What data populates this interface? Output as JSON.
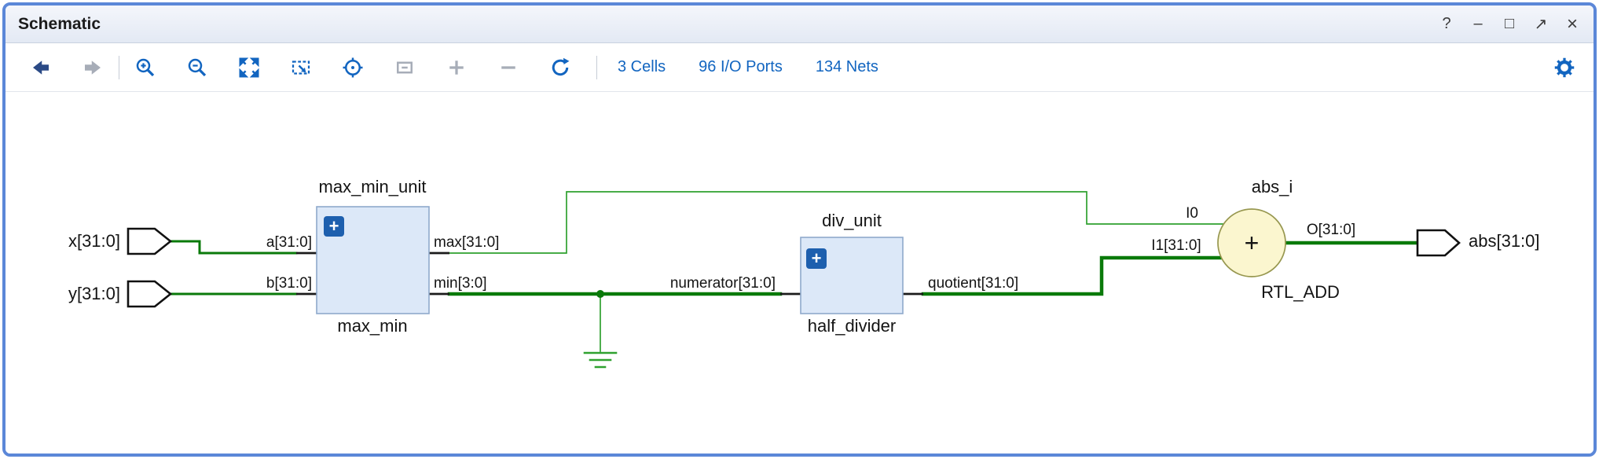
{
  "titlebar": {
    "title": "Schematic",
    "help": "?",
    "minimize": "–",
    "maximize": "□",
    "float": "↗",
    "close": "×"
  },
  "toolbar": {
    "cells": "3 Cells",
    "ports": "96 I/O Ports",
    "nets": "134 Nets"
  },
  "schematic": {
    "ports": {
      "x": "x[31:0]",
      "y": "y[31:0]",
      "abs": "abs[31:0]"
    },
    "max_min": {
      "instance": "max_min_unit",
      "type": "max_min",
      "pin_a": "a[31:0]",
      "pin_b": "b[31:0]",
      "pin_max": "max[31:0]",
      "pin_min": "min[3:0]",
      "expand_icon": "+"
    },
    "divider": {
      "instance": "div_unit",
      "type": "half_divider",
      "pin_numerator": "numerator[31:0]",
      "pin_quotient": "quotient[31:0]",
      "expand_icon": "+"
    },
    "adder": {
      "instance": "abs_i",
      "type": "RTL_ADD",
      "pin_i0": "I0",
      "pin_i1": "I1[31:0]",
      "pin_o": "O[31:0]",
      "symbol": "+"
    }
  },
  "colors": {
    "window_border": "#5b87d8",
    "net_dark_green": "#0a7a0a",
    "net_light_green": "#2fa12f",
    "cell_fill": "#dce8f8",
    "adder_fill": "#fbf6cf",
    "toolbar_accent_blue": "#1265c0",
    "expand_button_blue": "#1d5fae"
  }
}
